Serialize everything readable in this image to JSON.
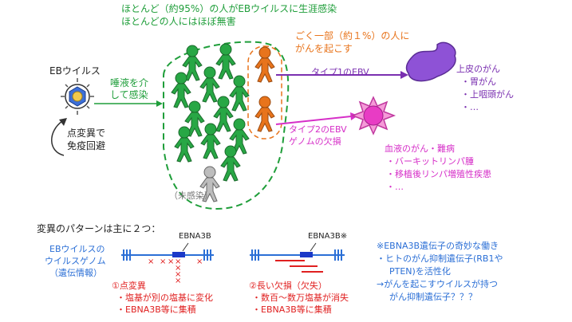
{
  "top": {
    "line1": "ほとんど（約95%）の人がEBウイルスに生涯感染",
    "line2": "ほとんどの人にはほぼ無害"
  },
  "minority": {
    "line1": "ごく一部（約１%）の人に",
    "line2": "がんを起こす"
  },
  "ebv_label": "EBウイルス",
  "saliva": {
    "line1": "唾液を介",
    "line2": "して感染"
  },
  "immune": {
    "line1": "点変異で",
    "line2": "免疫回避"
  },
  "uninfected": "（未感染）",
  "type1": "タイプ1のEBV",
  "type2": {
    "line1": "タイプ2のEBV",
    "line2": "ゲノムの欠損"
  },
  "epithelial": {
    "title": "上皮のがん",
    "items": [
      "・胃がん",
      "・上咽頭がん",
      "・…"
    ]
  },
  "blood": {
    "title": "血液のがん・難病",
    "items": [
      "・バーキットリンパ腫",
      "・移植後リンパ増殖性疾患",
      "・…"
    ]
  },
  "mutation": {
    "intro": "変異のパターンは主に２つ：",
    "genome": {
      "line1": "EBウイルスの",
      "line2": "ウイルスゲノム",
      "line3": "（遺伝情報）"
    },
    "gene1": "EBNA3B",
    "gene2": "EBNA3B※",
    "p1": {
      "title": "①点変異",
      "a": "・塩基が別の塩基に変化",
      "b": "・EBNA3B等に集積"
    },
    "p2": {
      "title": "②長い欠損（欠失）",
      "a": "・数百～数万塩基が消失",
      "b": "・EBNA3B等に集積"
    },
    "note": {
      "l1": "※EBNA3B遺伝子の奇妙な働き",
      "l2": "・ヒトのがん抑制遺伝子(RB1や",
      "l3": "PTEN)を活性化",
      "l4": "→がんを起こすウイルスが持つ",
      "l5": "がん抑制遺伝子？？？"
    }
  },
  "colors": {
    "green": "#1f9e3a",
    "orange": "#e8741c",
    "purple": "#7a2fb0",
    "magenta": "#d62fc8",
    "blue": "#2b6fd6",
    "red": "#e02020"
  }
}
